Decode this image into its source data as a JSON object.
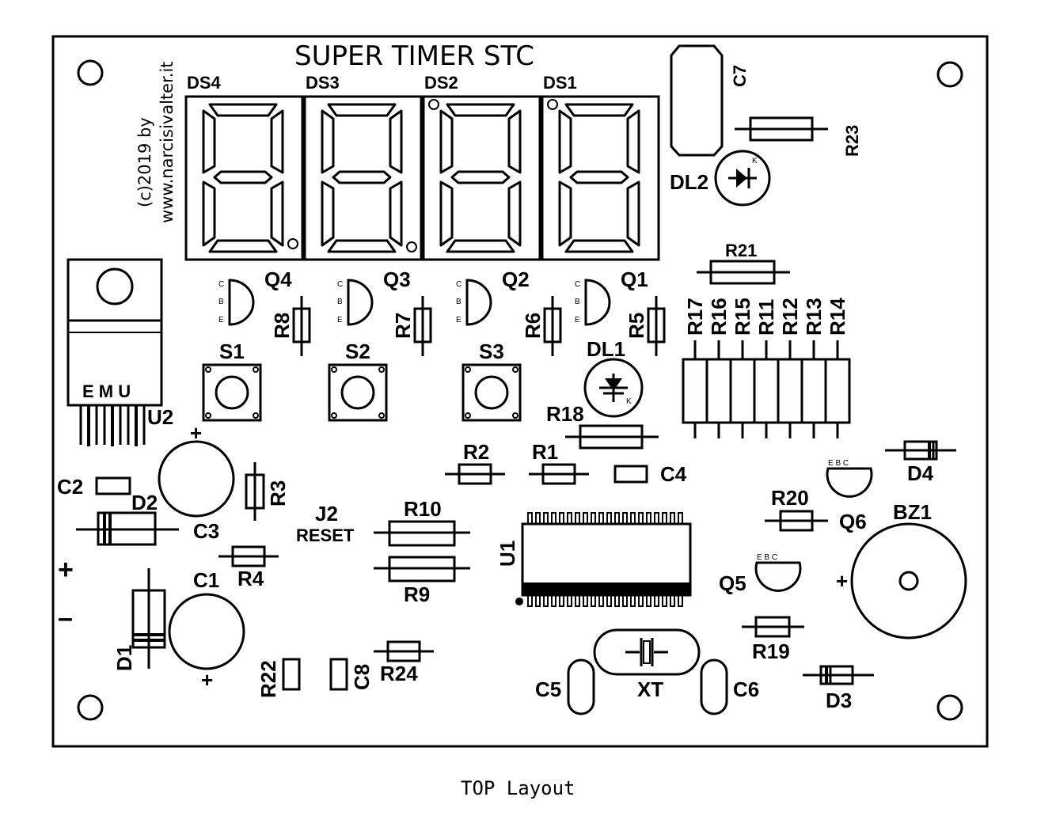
{
  "title": "SUPER TIMER STC",
  "credit": {
    "line1": "(c)2019 by",
    "line2": "www.narcisivalter.it"
  },
  "caption": "TOP Layout",
  "displays": [
    "DS4",
    "DS3",
    "DS2",
    "DS1"
  ],
  "transistors": [
    "Q4",
    "Q3",
    "Q2",
    "Q1"
  ],
  "pin_letters": [
    "C",
    "B",
    "E"
  ],
  "resistors_vertical_row": [
    "R8",
    "R7",
    "R6",
    "R5"
  ],
  "switches": [
    "S1",
    "S2",
    "S3"
  ],
  "resistor_array": [
    "R17",
    "R16",
    "R15",
    "R11",
    "R12",
    "R13",
    "R14"
  ],
  "regulator": {
    "name": "U2",
    "pins": "E M U"
  },
  "labels": {
    "c7": "C7",
    "r23": "R23",
    "dl2": "DL2",
    "dl2_k": "K",
    "r21": "R21",
    "dl1": "DL1",
    "dl1_k": "K",
    "r18": "R18",
    "r2": "R2",
    "r1": "R1",
    "c4": "C4",
    "d4": "D4",
    "c2": "C2",
    "d2": "D2",
    "c3": "C3",
    "r3": "R3",
    "j2": "J2",
    "reset": "RESET",
    "r10": "R10",
    "r9": "R9",
    "u1": "U1",
    "r20": "R20",
    "q6": "Q6",
    "bz1": "BZ1",
    "r4": "R4",
    "c1": "C1",
    "q5": "Q5",
    "r19": "R19",
    "d1": "D1",
    "r22": "R22",
    "c8": "C8",
    "r24": "R24",
    "c5": "C5",
    "xt": "XT",
    "c6": "C6",
    "d3": "D3",
    "plus": "+",
    "minus": "–",
    "pol_plus": "+",
    "q_pins": "E B C"
  }
}
